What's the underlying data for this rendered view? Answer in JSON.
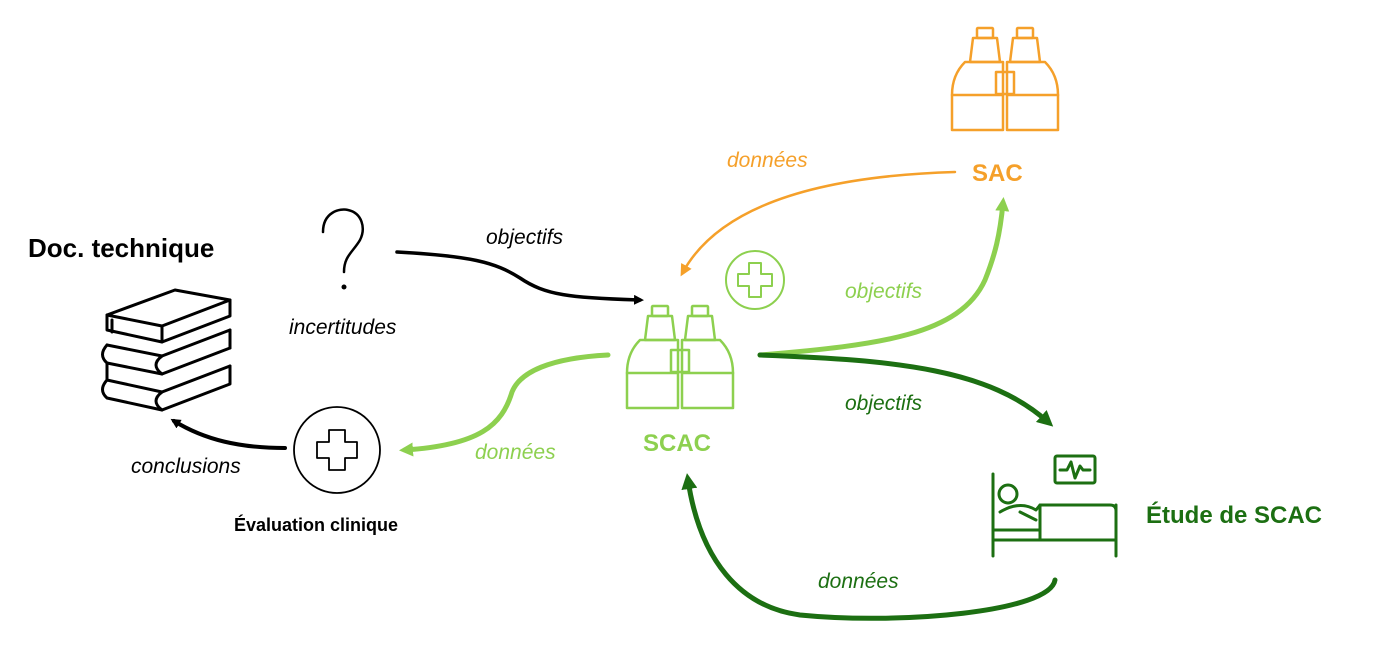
{
  "colors": {
    "black": "#000000",
    "orange": "#f5a02a",
    "light_green": "#8dd04f",
    "dark_green": "#1c6f12"
  },
  "nodes": {
    "doc_technique": {
      "label": "Doc. technique",
      "icon": "books-icon"
    },
    "incertitudes": {
      "label": "incertitudes",
      "icon": "question-mark-icon"
    },
    "sac": {
      "label": "SAC",
      "icon": "binoculars-icon"
    },
    "scac": {
      "label": "SCAC",
      "icon": "binoculars-icon",
      "badge_icon": "plus-circle-icon"
    },
    "evaluation_clinique": {
      "label": "Évaluation clinique",
      "icon": "plus-circle-icon"
    },
    "etude_scac": {
      "label": "Étude de SCAC",
      "icon": "hospital-bed-monitor-icon"
    }
  },
  "edges": {
    "incertitudes_to_scac": "objectifs",
    "sac_to_scac": "données",
    "scac_to_sac": "objectifs",
    "scac_to_etude": "objectifs",
    "etude_to_scac": "données",
    "scac_to_evaluation": "données",
    "evaluation_to_doc": "conclusions"
  }
}
